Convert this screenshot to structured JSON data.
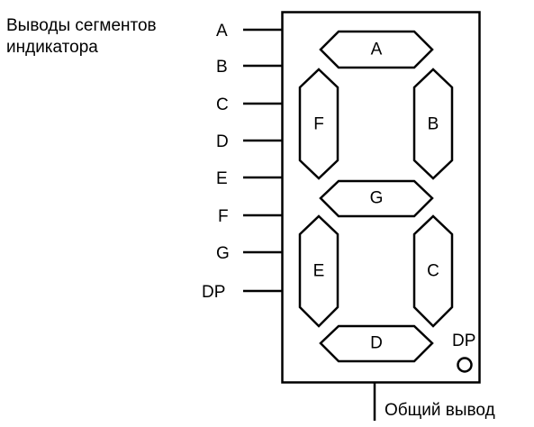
{
  "title": {
    "line1": "Выводы сегментов",
    "line2": "индикатора"
  },
  "pins": [
    "A",
    "B",
    "C",
    "D",
    "E",
    "F",
    "G",
    "DP"
  ],
  "segments": {
    "a": "A",
    "b": "B",
    "c": "C",
    "d": "D",
    "e": "E",
    "f": "F",
    "g": "G"
  },
  "dp_label": "DP",
  "common_label": "Общий вывод"
}
